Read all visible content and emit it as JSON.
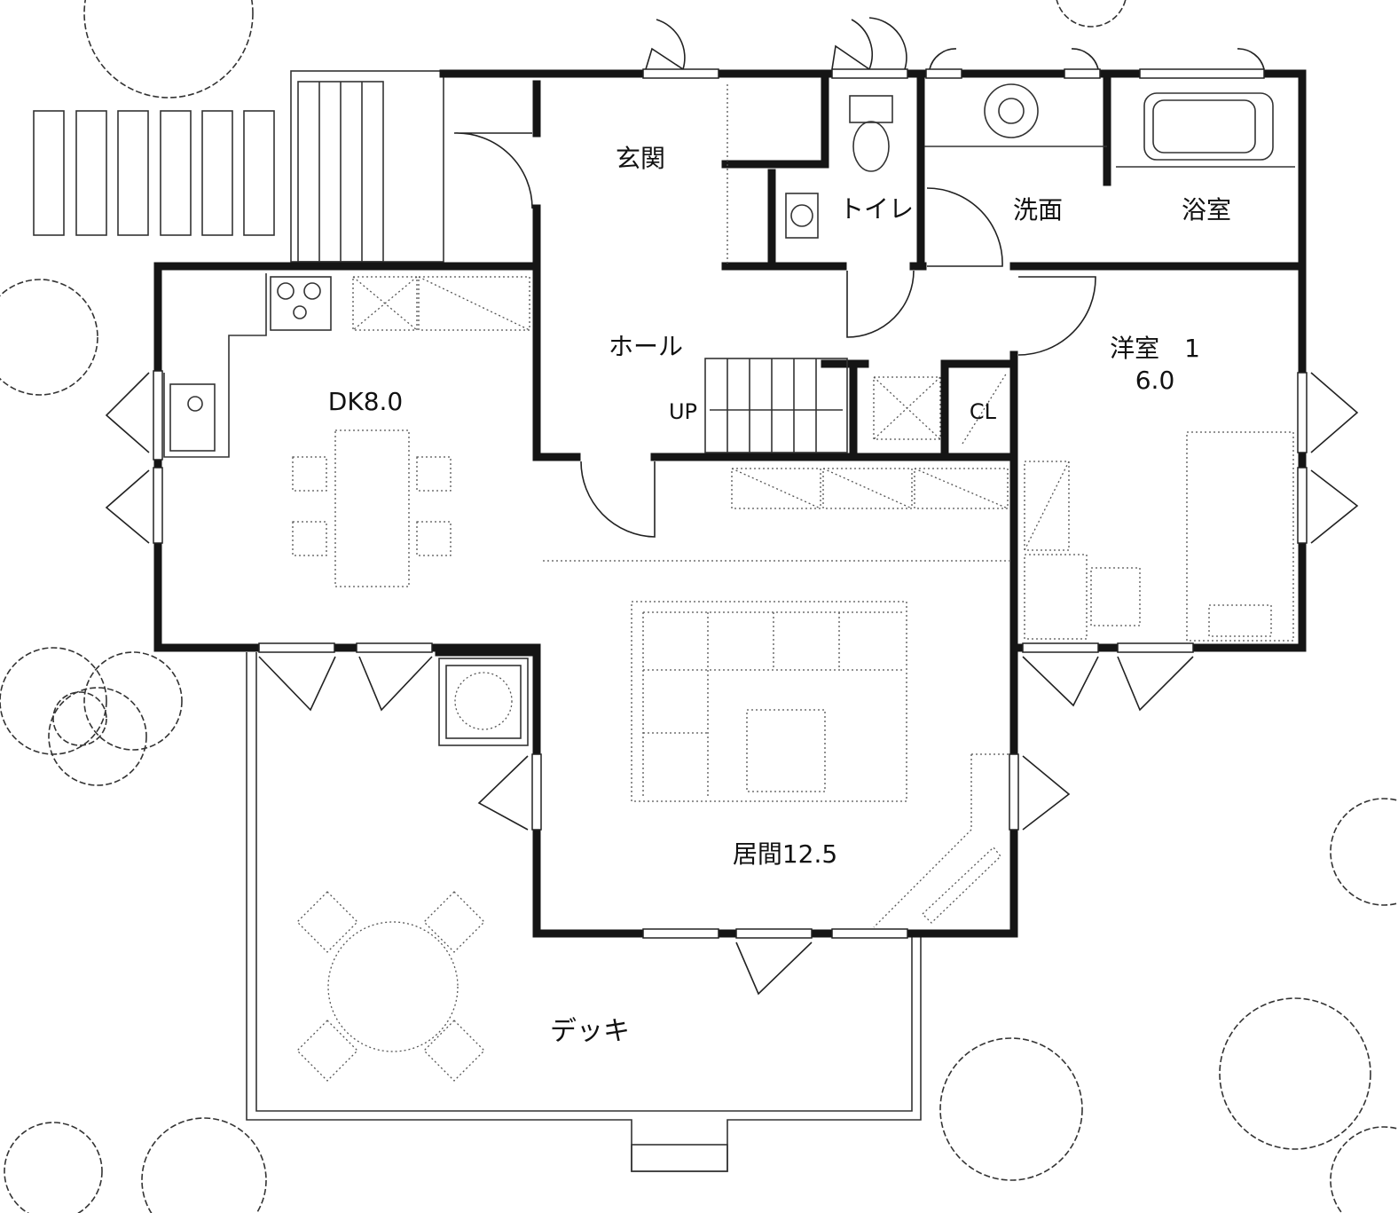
{
  "rooms": {
    "genkan": "玄関",
    "toilet": "トイレ",
    "senmen": "洗面",
    "yokushitsu": "浴室",
    "hall": "ホール",
    "youshitsu_name": "洋室　1",
    "youshitsu_size": "6.0",
    "dk": "DK8.0",
    "closet": "CL",
    "stairs_up": "UP",
    "ima": "居間12.5",
    "deck": "デッキ"
  }
}
